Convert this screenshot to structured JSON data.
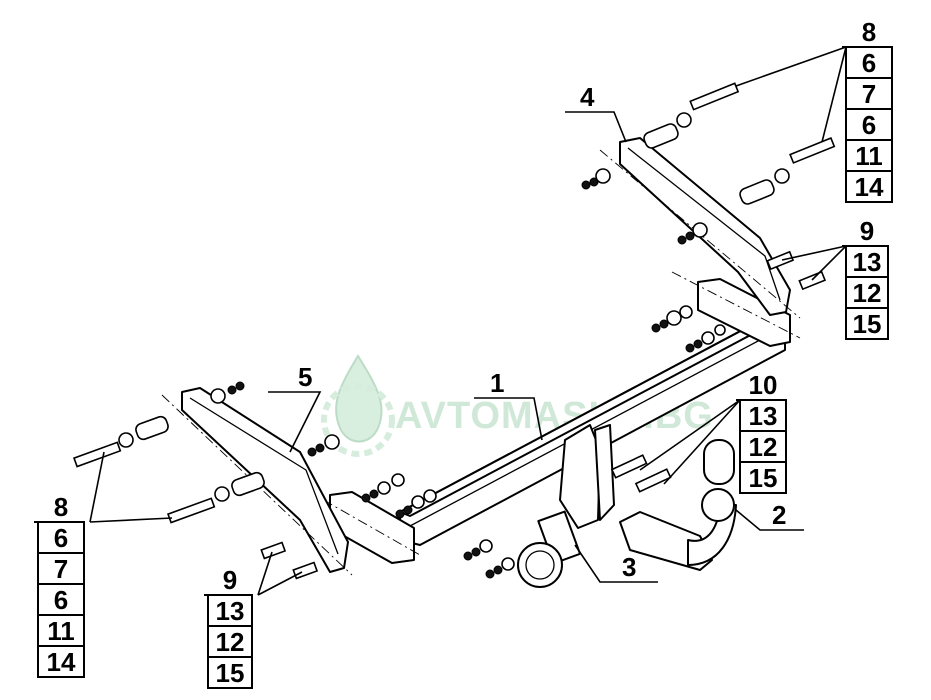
{
  "watermark": "AVTOMASLO.BG",
  "callouts": {
    "beam": "1",
    "ball": "2",
    "socket": "3",
    "right_bracket": "4",
    "left_bracket": "5"
  },
  "label_tables": {
    "top_right_8": [
      "8",
      "6",
      "7",
      "6",
      "11",
      "14"
    ],
    "right_9": [
      "9",
      "13",
      "12",
      "15"
    ],
    "right_10": [
      "10",
      "13",
      "12",
      "15"
    ],
    "left_8": [
      "8",
      "6",
      "7",
      "6",
      "11",
      "14"
    ],
    "left_9": [
      "9",
      "13",
      "12",
      "15"
    ]
  }
}
